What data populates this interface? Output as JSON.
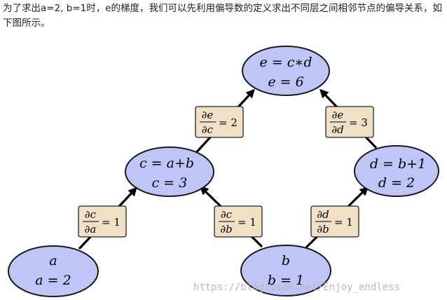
{
  "intro": "为了求出a=2, b=1时，e的梯度，我们可以先利用偏导数的定义求出不同层之间相邻节点的偏导关系，如下图所示。",
  "nodes": {
    "e": {
      "line1": "e = c∗d",
      "line2": "e = 6"
    },
    "c": {
      "line1": "c = a+b",
      "line2": "c = 3"
    },
    "d": {
      "line1": "d = b+1",
      "line2": "d = 2"
    },
    "a": {
      "line1": "a",
      "line2": "a = 2"
    },
    "b": {
      "line1": "b",
      "line2": "b = 1"
    }
  },
  "edges": {
    "de_dc": {
      "num": "∂e",
      "den": "∂c",
      "value": "= 2"
    },
    "de_dd": {
      "num": "∂e",
      "den": "∂d",
      "value": "= 3"
    },
    "dc_da": {
      "num": "∂c",
      "den": "∂a",
      "value": "= 1"
    },
    "dc_db": {
      "num": "∂c",
      "den": "∂b",
      "value": "= 1"
    },
    "dd_db": {
      "num": "∂d",
      "den": "∂b",
      "value": "= 1"
    }
  },
  "watermark": "https://blog.csdn.net/Enjoy_endless",
  "colors": {
    "node_fill": "#bfc5f6",
    "box_fill": "#efe0c6",
    "arrow": "#000000"
  }
}
